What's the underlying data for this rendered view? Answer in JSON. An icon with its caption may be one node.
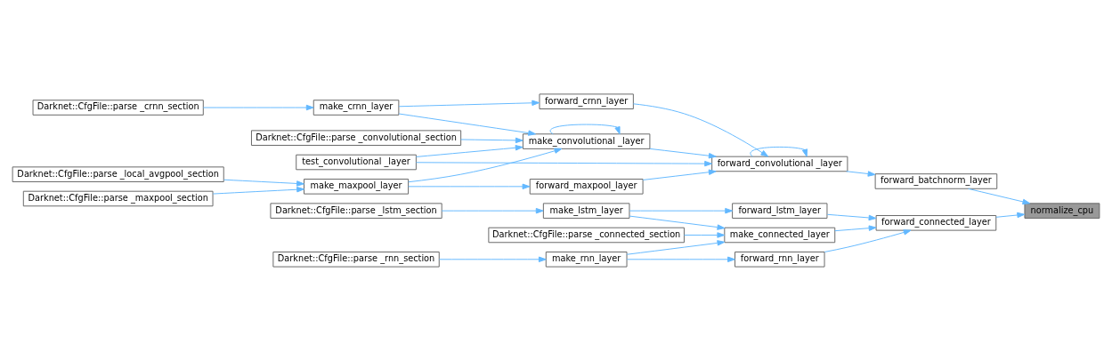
{
  "diagram": {
    "nodes": [
      {
        "text": [
          "normalize_cpu"
        ]
      },
      {
        "text": [
          "forward_batchnorm_layer"
        ]
      },
      {
        "text": [
          "forward_connected_layer"
        ]
      },
      {
        "text": [
          "forward_convolutional _layer"
        ]
      },
      {
        "text": [
          "forward_crnn_layer"
        ]
      },
      {
        "text": [
          "make_convolutional _layer"
        ]
      },
      {
        "text": [
          "forward_maxpool_layer"
        ]
      },
      {
        "text": [
          "test_convolutional _layer"
        ]
      },
      {
        "text": [
          "make_crnn_layer"
        ]
      },
      {
        "text": [
          "Darknet::CfgFile::parse _crnn_section"
        ]
      },
      {
        "text": [
          "Darknet::CfgFile::parse _convolutional_section"
        ]
      },
      {
        "text": [
          "make_maxpool_layer"
        ]
      },
      {
        "text": [
          "Darknet::CfgFile::parse _local_avgpool_section"
        ]
      },
      {
        "text": [
          "Darknet::CfgFile::parse _maxpool_section"
        ]
      },
      {
        "text": [
          "forward_rnn_layer"
        ]
      },
      {
        "text": [
          "make_connected_layer"
        ]
      },
      {
        "text": [
          "forward_lstm_layer"
        ]
      },
      {
        "text": [
          "make_rnn_layer"
        ]
      },
      {
        "text": [
          "make_lstm_layer"
        ]
      },
      {
        "text": [
          "Darknet::CfgFile::parse _rnn_section"
        ]
      },
      {
        "text": [
          "Darknet::CfgFile::parse _connected_section"
        ]
      },
      {
        "text": [
          "Darknet::CfgFile::parse _lstm_section"
        ]
      }
    ],
    "edges": [
      {
        "from": 1,
        "to": 0,
        "arrow": "to"
      },
      {
        "from": 2,
        "to": 0,
        "arrow": "to"
      },
      {
        "from": 3,
        "to": 1,
        "arrow": "to"
      },
      {
        "from": 3,
        "to": 3,
        "arrow": "to"
      },
      {
        "from": 4,
        "to": 3,
        "arrow": "to"
      },
      {
        "from": 5,
        "to": 3,
        "arrow": "to"
      },
      {
        "from": 6,
        "to": 3,
        "arrow": "to"
      },
      {
        "from": 7,
        "to": 3,
        "arrow": "to"
      },
      {
        "from": 8,
        "to": 4,
        "arrow": "to"
      },
      {
        "from": 5,
        "to": 5,
        "arrow": "to"
      },
      {
        "from": 8,
        "to": 5,
        "arrow": "to"
      },
      {
        "from": 10,
        "to": 5,
        "arrow": "to"
      },
      {
        "from": 11,
        "to": 5,
        "arrow": "to"
      },
      {
        "from": 7,
        "to": 5,
        "arrow": "to"
      },
      {
        "from": 11,
        "to": 6,
        "arrow": "to"
      },
      {
        "from": 9,
        "to": 8,
        "arrow": "to"
      },
      {
        "from": 12,
        "to": 11,
        "arrow": "to"
      },
      {
        "from": 13,
        "to": 11,
        "arrow": "to"
      },
      {
        "from": 14,
        "to": 2,
        "arrow": "to"
      },
      {
        "from": 15,
        "to": 2,
        "arrow": "to"
      },
      {
        "from": 16,
        "to": 2,
        "arrow": "to"
      },
      {
        "from": 17,
        "to": 14,
        "arrow": "to"
      },
      {
        "from": 17,
        "to": 15,
        "arrow": "to"
      },
      {
        "from": 20,
        "to": 15,
        "arrow": "to"
      },
      {
        "from": 18,
        "to": 15,
        "arrow": "to"
      },
      {
        "from": 18,
        "to": 16,
        "arrow": "to"
      },
      {
        "from": 19,
        "to": 17,
        "arrow": "to"
      },
      {
        "from": 21,
        "to": 18,
        "arrow": "to"
      }
    ]
  }
}
